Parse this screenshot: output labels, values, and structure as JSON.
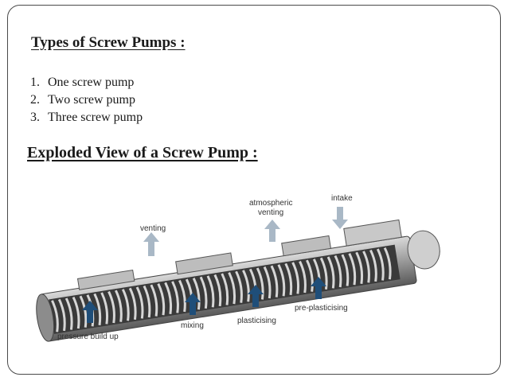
{
  "slide": {
    "title": "Types of Screw Pumps :",
    "types": [
      {
        "number": "1.",
        "label": "One screw pump"
      },
      {
        "number": "2.",
        "label": "Two screw pump"
      },
      {
        "number": "3.",
        "label": "Three screw pump"
      }
    ],
    "subtitle": "Exploded View of a Screw Pump :"
  },
  "diagram": {
    "labels": {
      "venting": "venting",
      "atmospheric_line1": "atmospheric",
      "atmospheric_line2": "venting",
      "intake": "intake",
      "pressure_build_up": "pressure build up",
      "mixing": "mixing",
      "plasticising": "plasticising",
      "pre_plasticising": "pre-plasticising"
    },
    "colors": {
      "out_arrow": "#a9b8c6",
      "in_arrow": "#1f4e79",
      "intake_arrow": "#a9b8c6"
    }
  }
}
